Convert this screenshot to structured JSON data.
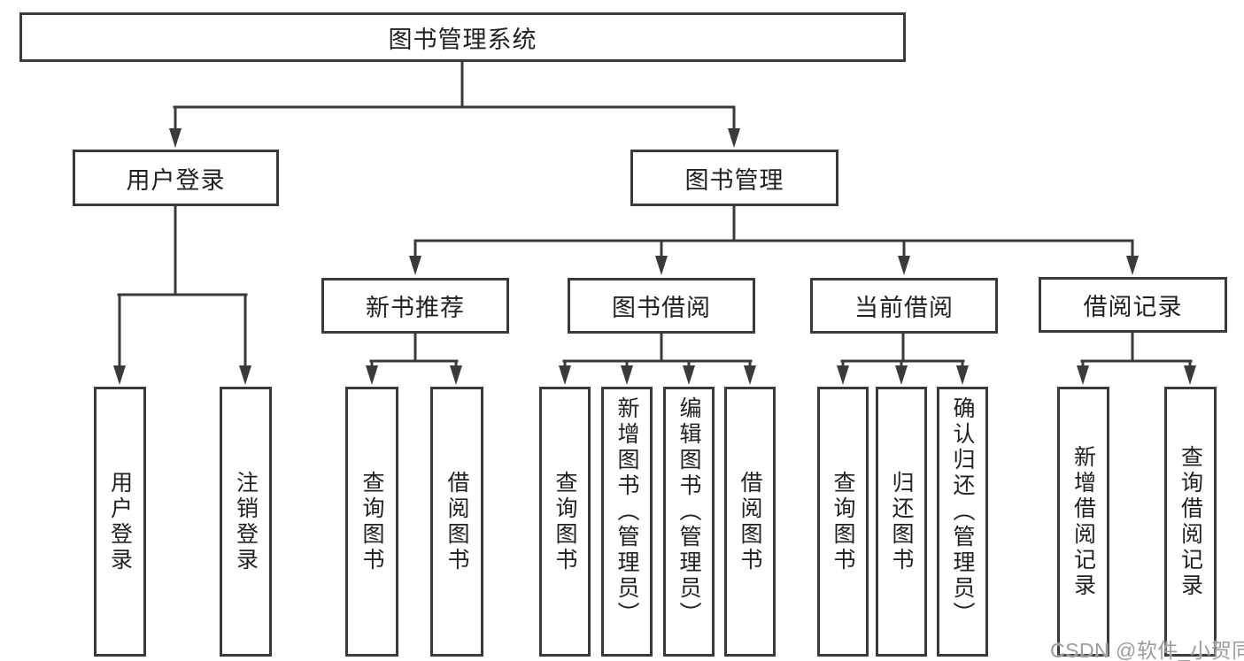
{
  "tree": {
    "root": {
      "label": "图书管理系统"
    },
    "children": [
      {
        "label": "用户登录",
        "children": [
          {
            "label": "用户登录"
          },
          {
            "label": "注销登录"
          }
        ]
      },
      {
        "label": "图书管理",
        "children": [
          {
            "label": "新书推荐",
            "children": [
              {
                "label": "查询图书"
              },
              {
                "label": "借阅图书"
              }
            ]
          },
          {
            "label": "图书借阅",
            "children": [
              {
                "label": "查询图书"
              },
              {
                "label": "新增图书（管理员）"
              },
              {
                "label": "编辑图书（管理员）"
              },
              {
                "label": "借阅图书"
              }
            ]
          },
          {
            "label": "当前借阅",
            "children": [
              {
                "label": "查询图书"
              },
              {
                "label": "归还图书"
              },
              {
                "label": "确认归还（管理员）"
              }
            ]
          },
          {
            "label": "借阅记录",
            "children": [
              {
                "label": "新增借阅记录"
              },
              {
                "label": "查询借阅记录"
              }
            ]
          }
        ]
      }
    ]
  },
  "watermark": {
    "text": "CSDN @软件_小贺同学"
  },
  "colors": {
    "line": "#3a3a3a",
    "box_border": "#3a3a3a",
    "text": "#212121",
    "watermark": "#9c9c9c",
    "background": "#ffffff"
  }
}
